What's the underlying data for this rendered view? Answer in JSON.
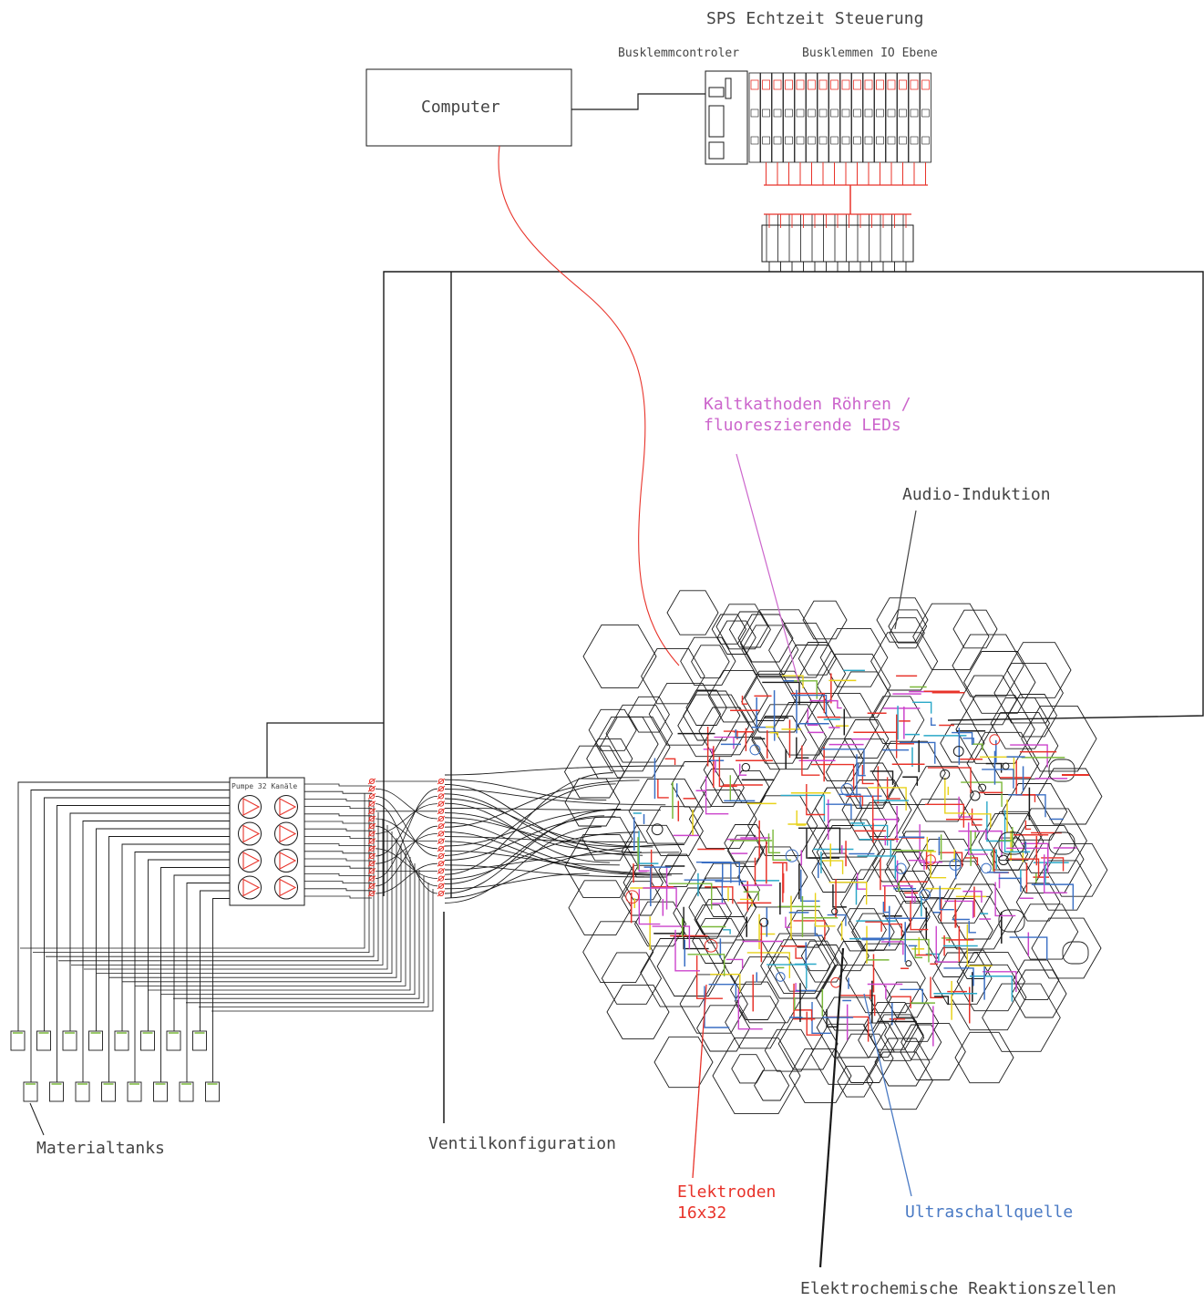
{
  "plc": {
    "title": "SPS Echtzeit Steuerung",
    "controller_label": "Busklemmcontroler",
    "io_label": "Busklemmen IO Ebene"
  },
  "computer": {
    "label": "Computer"
  },
  "pump": {
    "label": "Pumpe 32 Kanäle"
  },
  "labels": {
    "cold_cathode_line1": "Kaltkathoden Röhren /",
    "cold_cathode_line2": "fluoreszierende LEDs",
    "audio_induction": "Audio-Induktion",
    "material_tanks": "Materialtanks",
    "valve_config": "Ventilkonfiguration",
    "electrodes_line1": "Elektroden",
    "electrodes_line2": "16x32",
    "ultrasound": "Ultraschallquelle",
    "cells": "Elektrochemische Reaktionszellen"
  },
  "colors": {
    "line": "#1a1a1a",
    "red": "#e8332a",
    "magenta": "#cc44cc",
    "blue": "#3a6fc4",
    "yellow": "#e8d21a",
    "green": "#7ab83a",
    "cyan": "#2aa8c8",
    "label_magenta": "#cc66cc",
    "label_red": "#e8332a",
    "label_blue": "#4a7ac4",
    "label_gray": "#444444"
  }
}
